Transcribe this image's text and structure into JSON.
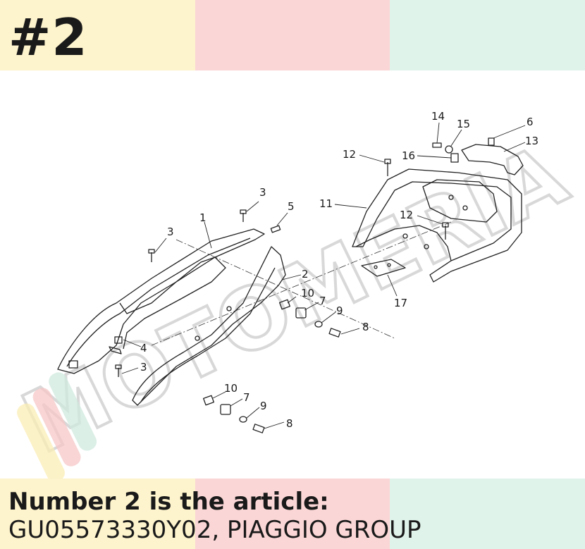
{
  "header": {
    "title": "#2"
  },
  "caption": {
    "line1": "Number 2 is the article:",
    "line2": "GU05573330Y02, PIAGGIO GROUP"
  },
  "watermark": {
    "text": "MOTOMERIA"
  },
  "colors": {
    "band_yellow": "#fdf3cc",
    "band_pink": "#fbd6d6",
    "band_mint": "#dff3ea",
    "text": "#1a1a1a"
  },
  "diagram": {
    "callouts": [
      "1",
      "2",
      "3",
      "3",
      "3",
      "4",
      "5",
      "6",
      "7",
      "7",
      "8",
      "8",
      "9",
      "9",
      "10",
      "10",
      "11",
      "12",
      "12",
      "13",
      "14",
      "15",
      "16",
      "17"
    ]
  }
}
